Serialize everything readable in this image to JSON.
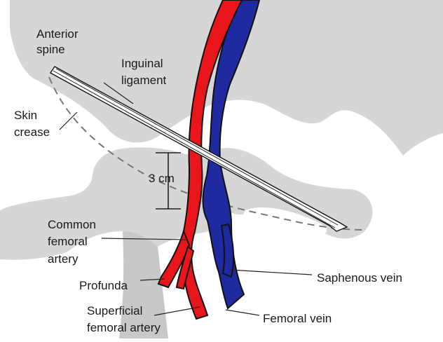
{
  "labels": {
    "anterior_spine": [
      "Anterior",
      "spine"
    ],
    "inguinal_ligament": [
      "Inguinal",
      "ligament"
    ],
    "skin_crease": [
      "Skin",
      "crease"
    ],
    "measurement": "3 cm",
    "common_femoral_artery": [
      "Common",
      "femoral",
      "artery"
    ],
    "profunda": "Profunda",
    "superficial_femoral_artery": [
      "Superficial",
      "femoral artery"
    ],
    "saphenous_vein": "Saphenous vein",
    "femoral_vein": "Femoral vein"
  },
  "colors": {
    "bone": "#d6d6d6",
    "bone_dark": "#c8c8c8",
    "artery": "#e8161b",
    "vein": "#1f2aa0",
    "outline": "#111111",
    "ligament": "#ffffff"
  }
}
